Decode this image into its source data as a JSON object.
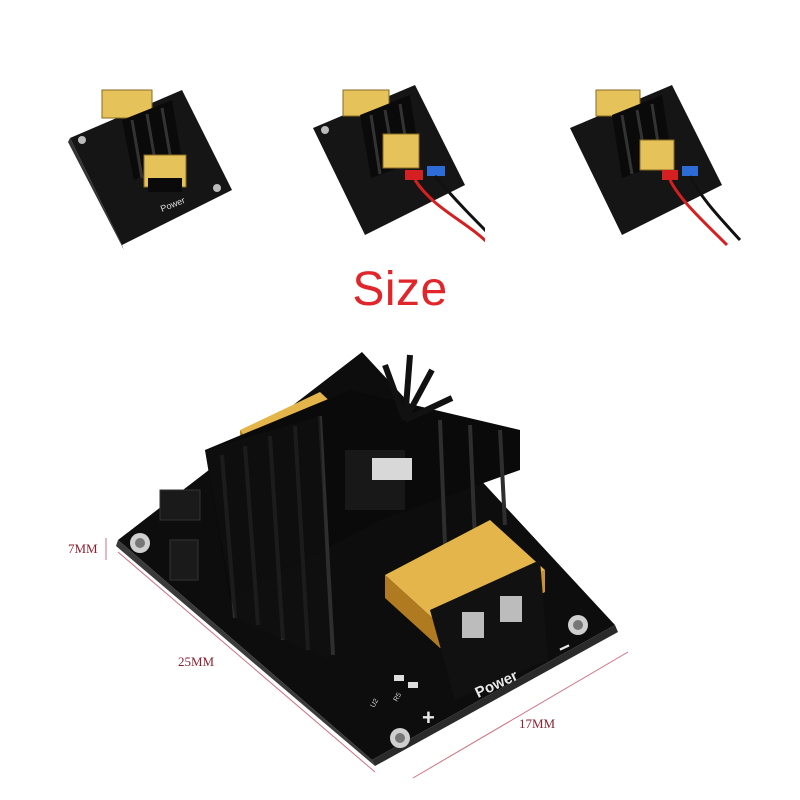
{
  "title": "Size",
  "board_labels": {
    "power": "Power",
    "plus": "+",
    "minus": "−",
    "r5": "R5",
    "u2": "U2"
  },
  "dimensions": {
    "height": "7MM",
    "length": "25MM",
    "width": "17MM"
  },
  "colors": {
    "title": "#e0262b",
    "dimension_text": "#8a2030",
    "board": "#111111",
    "fuse": "#e0b94a",
    "wire_red": "#d42020",
    "wire_blue": "#2d6bd6"
  }
}
